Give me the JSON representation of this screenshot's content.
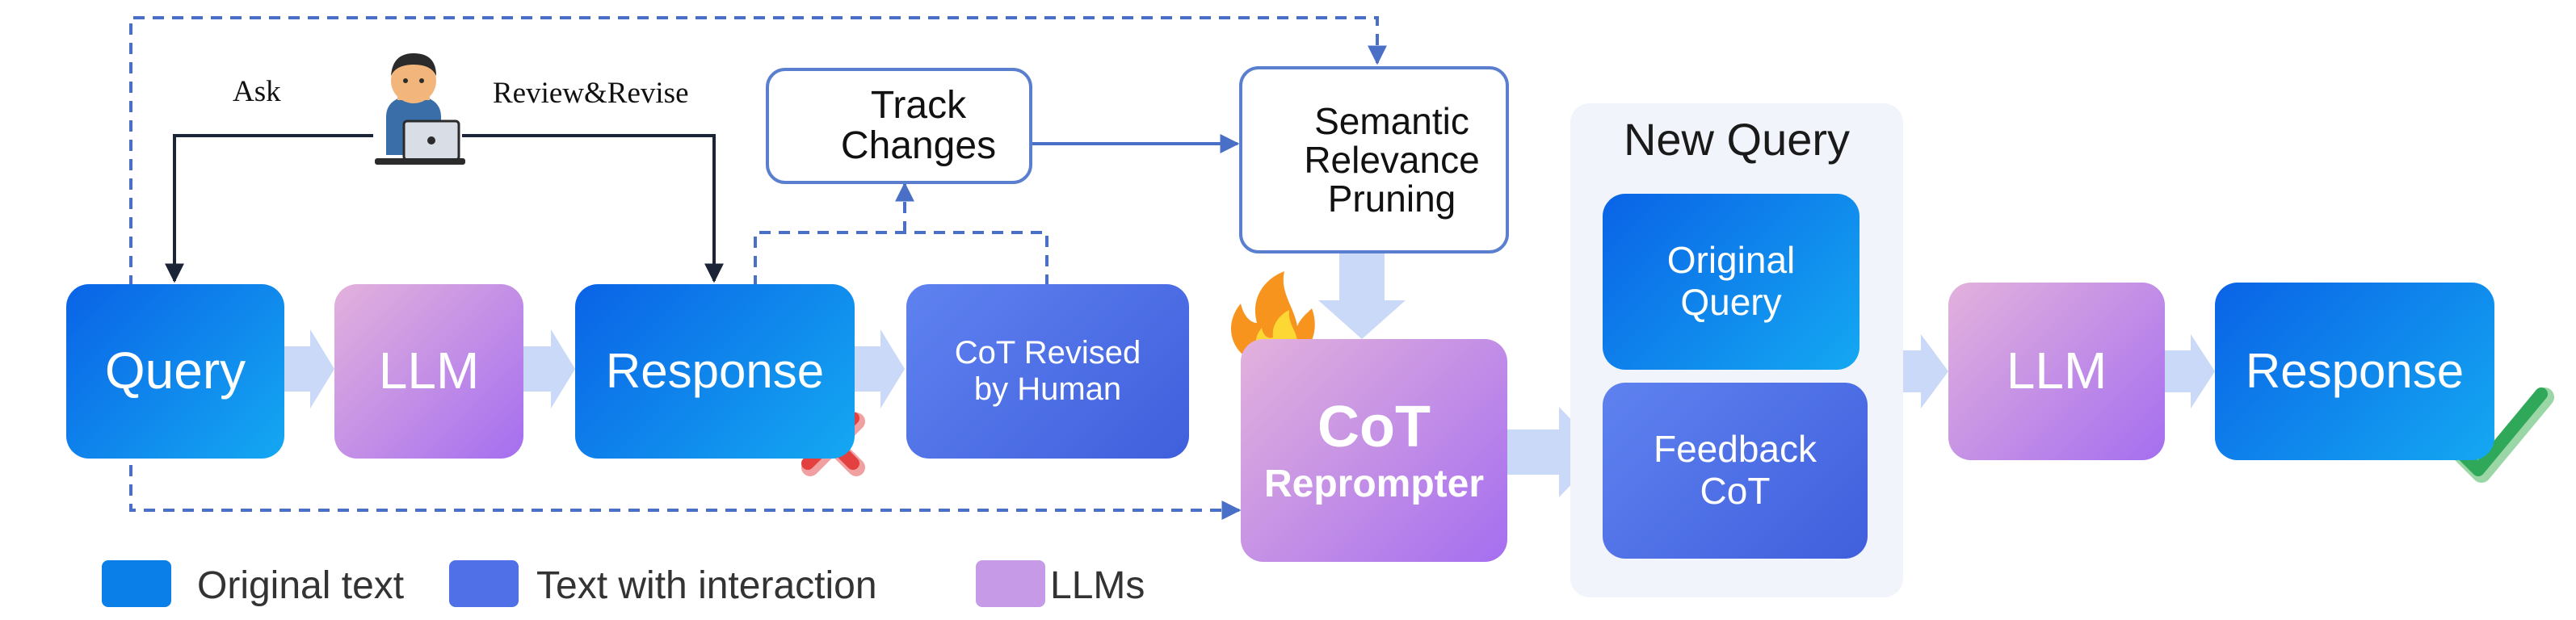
{
  "nodes": {
    "query": "Query",
    "llm_1": "LLM",
    "response_1": "Response",
    "cot_revised": "CoT Revised\nby Human",
    "track_changes": "Track\nChanges",
    "semantic_pruning": "Semantic\nRelevance\nPruning",
    "reprompter_title": "CoT",
    "reprompter_subtitle": "Reprompter",
    "new_query_title": "New Query",
    "original_query": "Original\nQuery",
    "feedback_cot": "Feedback\nCoT",
    "llm_2": "LLM",
    "response_2": "Response"
  },
  "labels": {
    "ask": "Ask",
    "review_revise": "Review&Revise"
  },
  "icons": {
    "user": "user-laptop-icon",
    "atom": "atom-icon",
    "fire": "fire-icon",
    "wrong": "red-cross-icon",
    "correct": "green-check-icon"
  },
  "legend": [
    {
      "label": "Original text",
      "color": "#0a7fe8"
    },
    {
      "label": "Text with interaction",
      "color": "#4f70e6"
    },
    {
      "label": "LLMs",
      "color": "#c79ae8"
    }
  ],
  "colors": {
    "solid_arrow": "#1c2438",
    "dashed_arrow": "#4a6fc7",
    "flow_arrow": "#c9d9f7",
    "outline": "#5b7fcf"
  }
}
